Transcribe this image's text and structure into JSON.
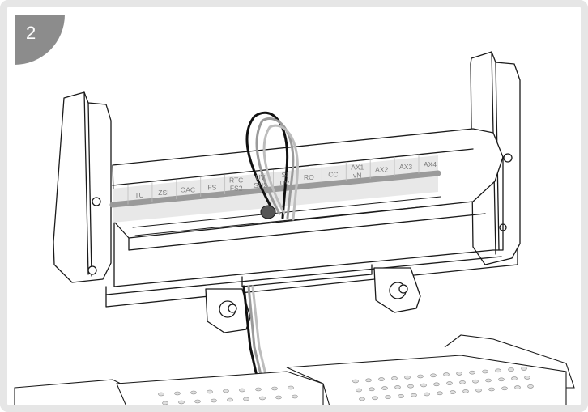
{
  "step": {
    "number": "2"
  },
  "terminal_labels": [
    [
      "TU"
    ],
    [
      "ZSI"
    ],
    [
      "OAC"
    ],
    [
      "FS"
    ],
    [
      "RTC",
      "FS2"
    ],
    [
      "UV",
      "SH2"
    ],
    [
      "SI",
      "UV"
    ],
    [
      "RO"
    ],
    [
      "CC"
    ],
    [
      "AX1",
      "vN"
    ],
    [
      "AX2"
    ],
    [
      "AX3"
    ],
    [
      "AX4"
    ]
  ],
  "colors": {
    "badge": "#8c8c8c",
    "frame": "#e6e6e6",
    "line": "#1a1a1a",
    "label_strip": "#e8e8e8",
    "wire_dark": "#111111",
    "wire_light": "#9a9a9a"
  }
}
